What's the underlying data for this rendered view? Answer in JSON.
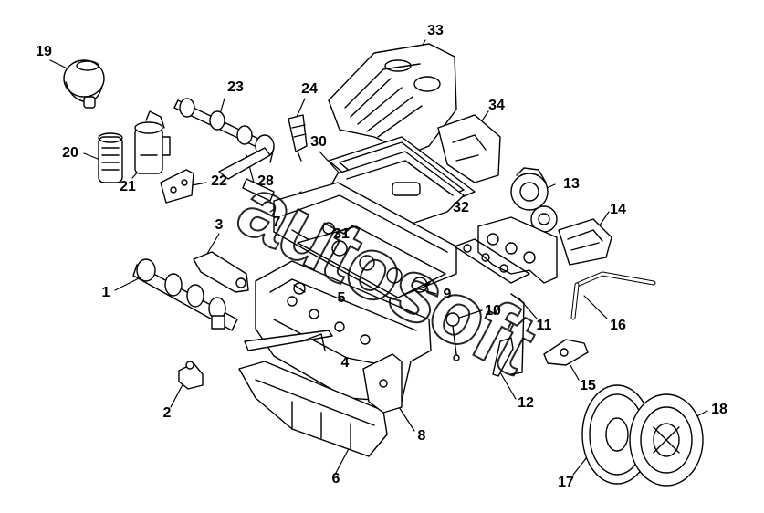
{
  "diagram": {
    "callouts": [
      "1",
      "2",
      "3",
      "4",
      "5",
      "6",
      "7",
      "8",
      "9",
      "10",
      "11",
      "12",
      "13",
      "14",
      "15",
      "16",
      "17",
      "18",
      "19",
      "20",
      "21",
      "22",
      "23",
      "24",
      "28",
      "30",
      "31",
      "32",
      "33",
      "34"
    ],
    "watermark": "autosoft"
  }
}
